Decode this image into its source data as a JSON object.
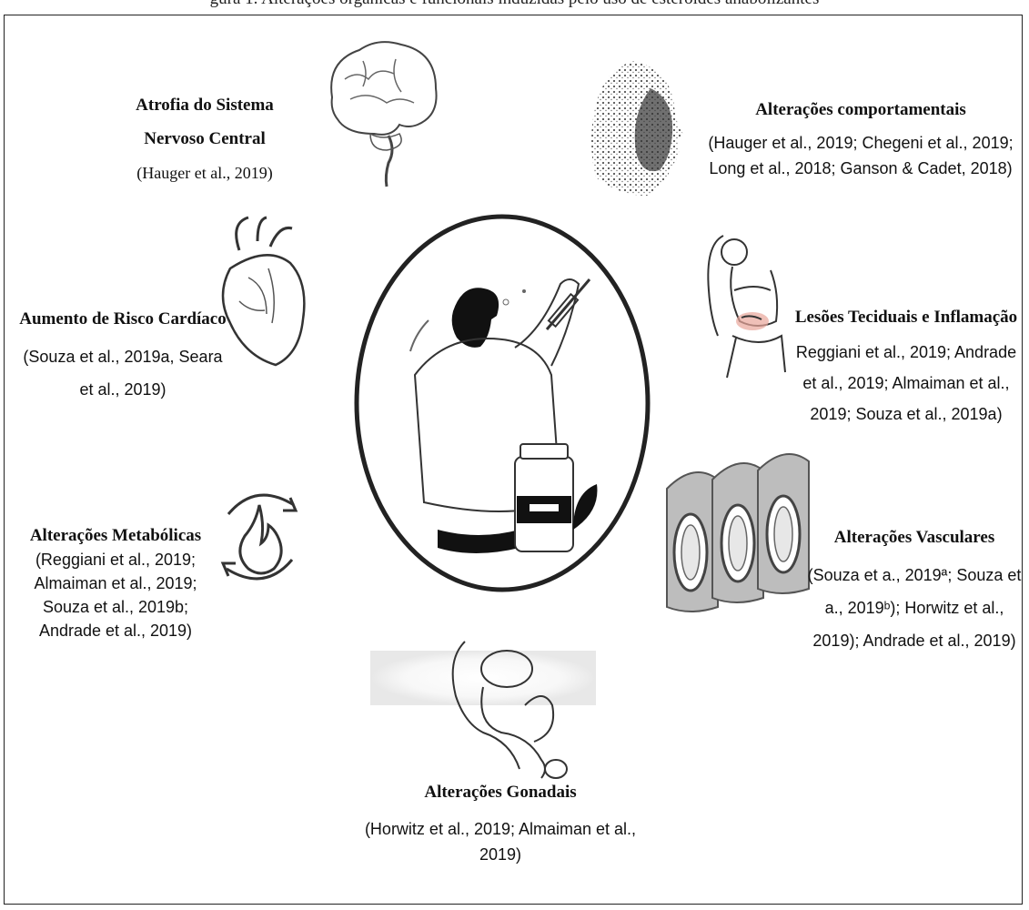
{
  "caption_partial": "gura 1. Alterações orgânicas e funcionais induzidas pelo uso de esteroides anabolizantes",
  "center": {
    "image": "man-injecting-icon"
  },
  "effects": {
    "brain": {
      "title": "Atrofia do Sistema Nervoso Central",
      "refs": "(Hauger et al., 2019)",
      "icon": "brain-icon"
    },
    "behavior": {
      "title": "Alterações comportamentais",
      "refs": "(Hauger et al., 2019; Chegeni et al., 2019; Long et al., 2018; Ganson & Cadet, 2018)",
      "icon": "dispersing-head-icon"
    },
    "heart": {
      "title": "Aumento de Risco Cardíaco",
      "refs": "(Souza et al., 2019a, Seara et al., 2019)",
      "icon": "heart-icon"
    },
    "tissue": {
      "title": "Lesões Teciduais e Inflamação",
      "refs": "Reggiani et al., 2019; Andrade et al., 2019; Almaiman et al., 2019; Souza et al., 2019a)",
      "icon": "woman-pain-icon"
    },
    "metabolic": {
      "title": "Alterações Metabólicas",
      "refs": "(Reggiani et al., 2019; Almaiman et al., 2019; Souza et al., 2019b; Andrade et al., 2019)",
      "icon": "flame-cycle-icon"
    },
    "vascular": {
      "title": "Alterações Vasculares",
      "refs": "(Souza et a., 2019ª; Souza et a., 2019ᵇ); Horwitz et al., 2019); Andrade et al., 2019)",
      "icon": "blood-vessels-icon"
    },
    "gonadal": {
      "title": "Alterações Gonadais",
      "refs": "(Horwitz et al., 2019; Almaiman et al., 2019)",
      "icon": "male-reproductive-icon"
    }
  }
}
